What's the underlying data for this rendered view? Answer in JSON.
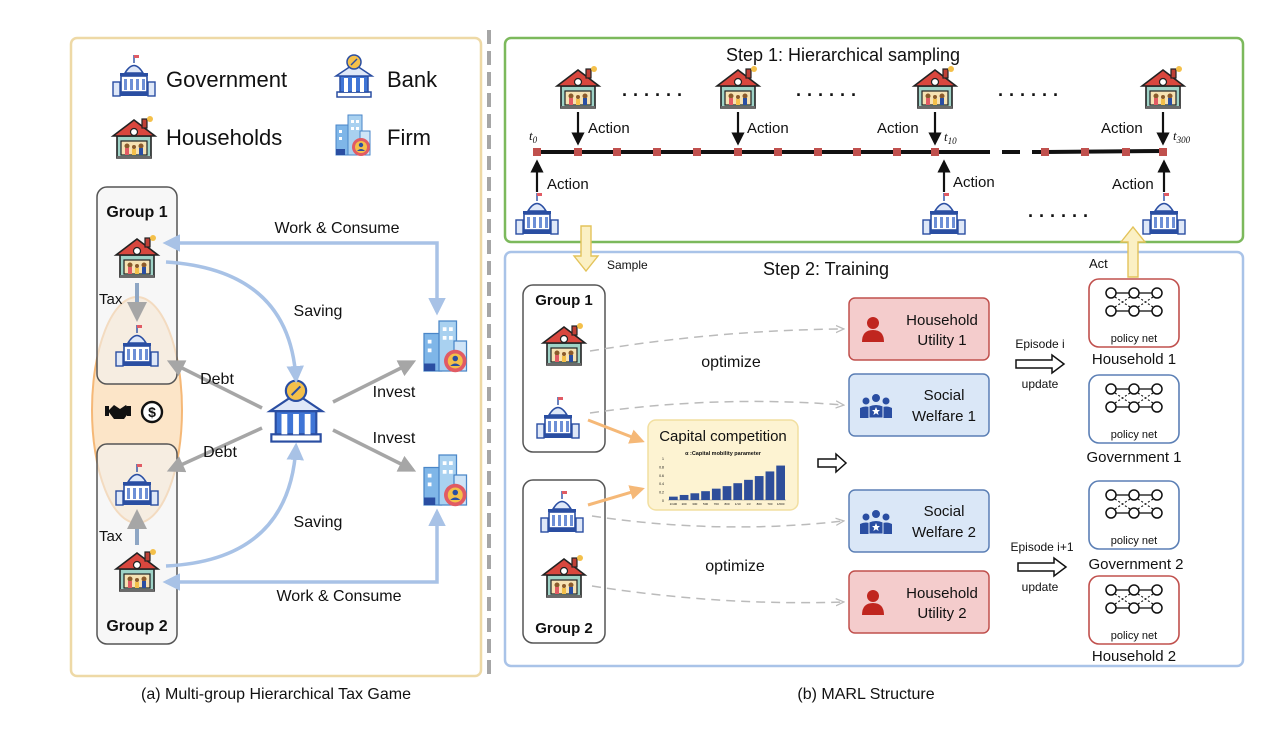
{
  "left_panel": {
    "legend": {
      "government": "Government",
      "bank": "Bank",
      "households": "Households",
      "firm": "Firm"
    },
    "group1": "Group 1",
    "group2": "Group 2",
    "work_consume_top": "Work & Consume",
    "work_consume_bottom": "Work & Consume",
    "saving_top": "Saving",
    "saving_bottom": "Saving",
    "tax_top": "Tax",
    "tax_bottom": "Tax",
    "debt_top": "Debt",
    "debt_bottom": "Debt",
    "invest_top": "Invest",
    "invest_bottom": "Invest",
    "caption": "(a) Multi-group Hierarchical Tax Game"
  },
  "step1": {
    "title": "Step 1: Hierarchical sampling",
    "action_label": "Action",
    "dots": "· · · · · ·",
    "t0": "t",
    "t0_sub": "0",
    "t10": "t",
    "t10_sub": "10",
    "t300": "t",
    "t300_sub": "300"
  },
  "step2": {
    "title": "Step 2: Training",
    "sample": "Sample",
    "act": "Act",
    "group1": "Group 1",
    "group2": "Group 2",
    "optimize_top": "optimize",
    "optimize_bottom": "optimize",
    "capital_title": "Capital competition",
    "capital_sub": "α :Capital mobility parameter",
    "capital_bars": [
      0.08,
      0.12,
      0.16,
      0.21,
      0.27,
      0.33,
      0.4,
      0.48,
      0.57,
      0.68,
      0.82
    ],
    "capital_yticks": [
      "1",
      "0.8",
      "0.6",
      "0.4",
      "0.2",
      "0"
    ],
    "capital_xticks": [
      "1/100",
      "200",
      "300",
      "500",
      "700",
      "800",
      "1/10",
      "1/3",
      "800",
      "700",
      "1/000"
    ],
    "household_utility_1_line1": "Household",
    "household_utility_1_line2": "Utility 1",
    "social_welfare_1_line1": "Social",
    "social_welfare_1_line2": "Welfare 1",
    "social_welfare_2_line1": "Social",
    "social_welfare_2_line2": "Welfare 2",
    "household_utility_2_line1": "Household",
    "household_utility_2_line2": "Utility 2",
    "episode_i": "Episode i",
    "episode_i1": "Episode i+1",
    "update_1": "update",
    "update_2": "update",
    "policy_net": "policy net",
    "net_labels": [
      "Household 1",
      "Government 1",
      "Government 2",
      "Household 2"
    ],
    "caption": "(b) MARL Structure"
  },
  "colors": {
    "left_border": "#eed9a6",
    "step1_border": "#7cb95c",
    "step2_border": "#a9c3e8",
    "flow_blue": "#a8c2e6",
    "flow_gray": "#a6a6a6",
    "ellipse_fill": "#fce5c8",
    "ellipse_stroke": "#f5b877",
    "red_box": "#f4cccc",
    "red_border": "#c0504d",
    "blue_box": "#dae7f7",
    "blue_border": "#5b7fb5",
    "bar_color": "#2e4e9a",
    "timeline_marker": "#c0504d"
  }
}
